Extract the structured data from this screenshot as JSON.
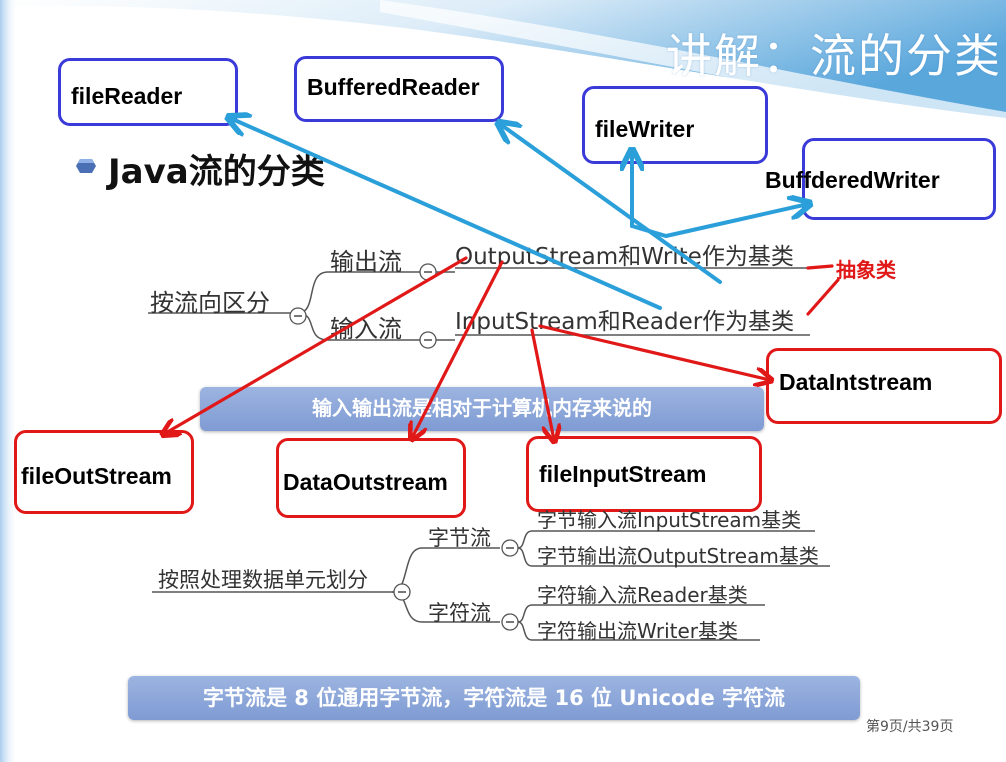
{
  "slide": {
    "title": "讲解：流的分类",
    "heading": "Java流的分类",
    "page_number": "第9页/共39页"
  },
  "colors": {
    "accent_blue": "#2b9fd9",
    "box_blue": "#3a3ad8",
    "box_red": "#e01818",
    "banner": "#8ea8da"
  },
  "boxes": {
    "file_reader": "fileReader",
    "buffered_reader": "BufferedReader",
    "file_writer": "fileWriter",
    "buffered_writer": "BuffderedWriter",
    "data_in_stream": "DataIntstream",
    "file_out_stream": "fileOutStream",
    "data_out_stream": "DataOutstream",
    "file_input_stream": "fileInputStream"
  },
  "mindmap_direction": {
    "root": "按流向区分",
    "output_branch": "输出流",
    "input_branch": "输入流",
    "output_leaf": "OutputStream和Write作为基类",
    "input_leaf": "InputStream和Reader作为基类"
  },
  "annotation": {
    "abstract_label": "抽象类"
  },
  "banner_top": "输入输出流是相对于计算机内存来说的",
  "mindmap_unit": {
    "root": "按照处理数据单元划分",
    "byte_branch": "字节流",
    "char_branch": "字符流",
    "byte_input": "字节输入流InputStream基类",
    "byte_output": "字节输出流OutputStream基类",
    "char_input": "字符输入流Reader基类",
    "char_output": "字符输出流Writer基类"
  },
  "banner_bottom": "字节流是 8 位通用字节流，字符流是 16 位 Unicode 字符流"
}
